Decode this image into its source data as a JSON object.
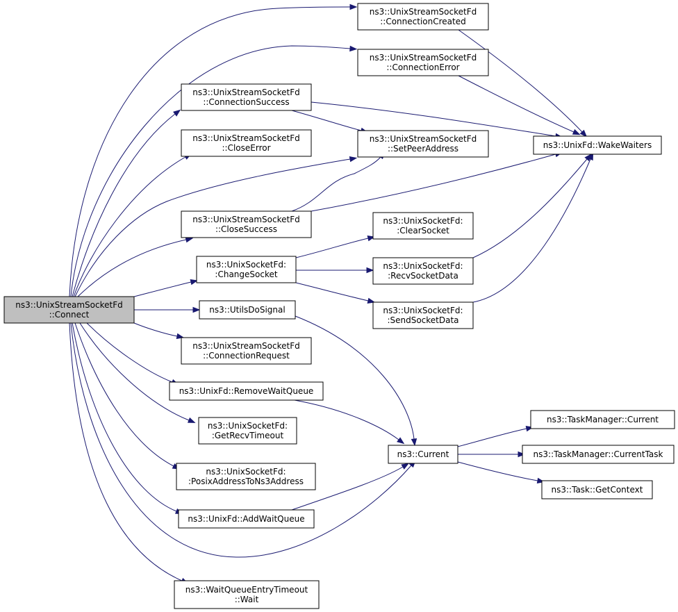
{
  "nodes": [
    {
      "id": "connect",
      "lines": [
        "ns3::UnixStreamSocketFd",
        "::Connect"
      ],
      "root": true
    },
    {
      "id": "connection-created",
      "lines": [
        "ns3::UnixStreamSocketFd",
        "::ConnectionCreated"
      ]
    },
    {
      "id": "connection-error",
      "lines": [
        "ns3::UnixStreamSocketFd",
        "::ConnectionError"
      ]
    },
    {
      "id": "connection-success",
      "lines": [
        "ns3::UnixStreamSocketFd",
        "::ConnectionSuccess"
      ]
    },
    {
      "id": "close-error",
      "lines": [
        "ns3::UnixStreamSocketFd",
        "::CloseError"
      ]
    },
    {
      "id": "set-peer-address",
      "lines": [
        "ns3::UnixStreamSocketFd",
        "::SetPeerAddress"
      ]
    },
    {
      "id": "wake-waiters",
      "lines": [
        "ns3::UnixFd::WakeWaiters"
      ]
    },
    {
      "id": "close-success",
      "lines": [
        "ns3::UnixStreamSocketFd",
        "::CloseSuccess"
      ]
    },
    {
      "id": "clear-socket",
      "lines": [
        "ns3::UnixSocketFd:",
        ":ClearSocket"
      ]
    },
    {
      "id": "change-socket",
      "lines": [
        "ns3::UnixSocketFd:",
        ":ChangeSocket"
      ]
    },
    {
      "id": "recv-socket-data",
      "lines": [
        "ns3::UnixSocketFd:",
        ":RecvSocketData"
      ]
    },
    {
      "id": "utils-do-signal",
      "lines": [
        "ns3::UtilsDoSignal"
      ]
    },
    {
      "id": "send-socket-data",
      "lines": [
        "ns3::UnixSocketFd:",
        ":SendSocketData"
      ]
    },
    {
      "id": "connection-request",
      "lines": [
        "ns3::UnixStreamSocketFd",
        "::ConnectionRequest"
      ]
    },
    {
      "id": "remove-wait-queue",
      "lines": [
        "ns3::UnixFd::RemoveWaitQueue"
      ]
    },
    {
      "id": "get-recv-timeout",
      "lines": [
        "ns3::UnixSocketFd:",
        ":GetRecvTimeout"
      ]
    },
    {
      "id": "current",
      "lines": [
        "ns3::Current"
      ]
    },
    {
      "id": "task-manager-current",
      "lines": [
        "ns3::TaskManager::Current"
      ]
    },
    {
      "id": "task-manager-current-task",
      "lines": [
        "ns3::TaskManager::CurrentTask"
      ]
    },
    {
      "id": "posix-address",
      "lines": [
        "ns3::UnixSocketFd:",
        ":PosixAddressToNs3Address"
      ]
    },
    {
      "id": "task-get-context",
      "lines": [
        "ns3::Task::GetContext"
      ]
    },
    {
      "id": "add-wait-queue",
      "lines": [
        "ns3::UnixFd::AddWaitQueue"
      ]
    },
    {
      "id": "wait-queue-wait",
      "lines": [
        "ns3::WaitQueueEntryTimeout",
        "::Wait"
      ]
    }
  ],
  "edges": [
    [
      "connect",
      "connection-created"
    ],
    [
      "connect",
      "connection-error"
    ],
    [
      "connect",
      "connection-success"
    ],
    [
      "connect",
      "close-error"
    ],
    [
      "connect",
      "set-peer-address"
    ],
    [
      "connect",
      "close-success"
    ],
    [
      "connect",
      "change-socket"
    ],
    [
      "connect",
      "utils-do-signal"
    ],
    [
      "connect",
      "connection-request"
    ],
    [
      "connect",
      "remove-wait-queue"
    ],
    [
      "connect",
      "get-recv-timeout"
    ],
    [
      "connect",
      "posix-address"
    ],
    [
      "connect",
      "add-wait-queue"
    ],
    [
      "connect",
      "current"
    ],
    [
      "connect",
      "wait-queue-wait"
    ],
    [
      "connection-created",
      "wake-waiters"
    ],
    [
      "connection-error",
      "wake-waiters"
    ],
    [
      "connection-success",
      "set-peer-address"
    ],
    [
      "connection-success",
      "wake-waiters"
    ],
    [
      "close-success",
      "set-peer-address"
    ],
    [
      "close-success",
      "wake-waiters"
    ],
    [
      "change-socket",
      "clear-socket"
    ],
    [
      "change-socket",
      "recv-socket-data"
    ],
    [
      "change-socket",
      "send-socket-data"
    ],
    [
      "recv-socket-data",
      "wake-waiters"
    ],
    [
      "send-socket-data",
      "wake-waiters"
    ],
    [
      "utils-do-signal",
      "current"
    ],
    [
      "remove-wait-queue",
      "current"
    ],
    [
      "add-wait-queue",
      "current"
    ],
    [
      "current",
      "task-manager-current"
    ],
    [
      "current",
      "task-manager-current-task"
    ],
    [
      "current",
      "task-get-context"
    ]
  ]
}
